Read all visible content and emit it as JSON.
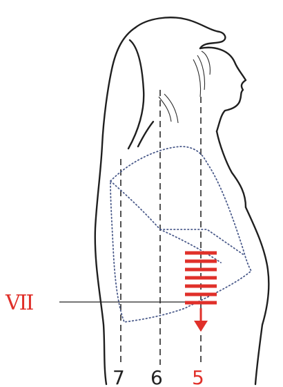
{
  "figure": {
    "rib_label": "VII",
    "line_labels": {
      "left": "7",
      "middle": "6",
      "right": "5"
    },
    "colors": {
      "outline": "#1f1f1f",
      "marker": "#e0302a",
      "lung_border": "#4a5a8a"
    }
  }
}
